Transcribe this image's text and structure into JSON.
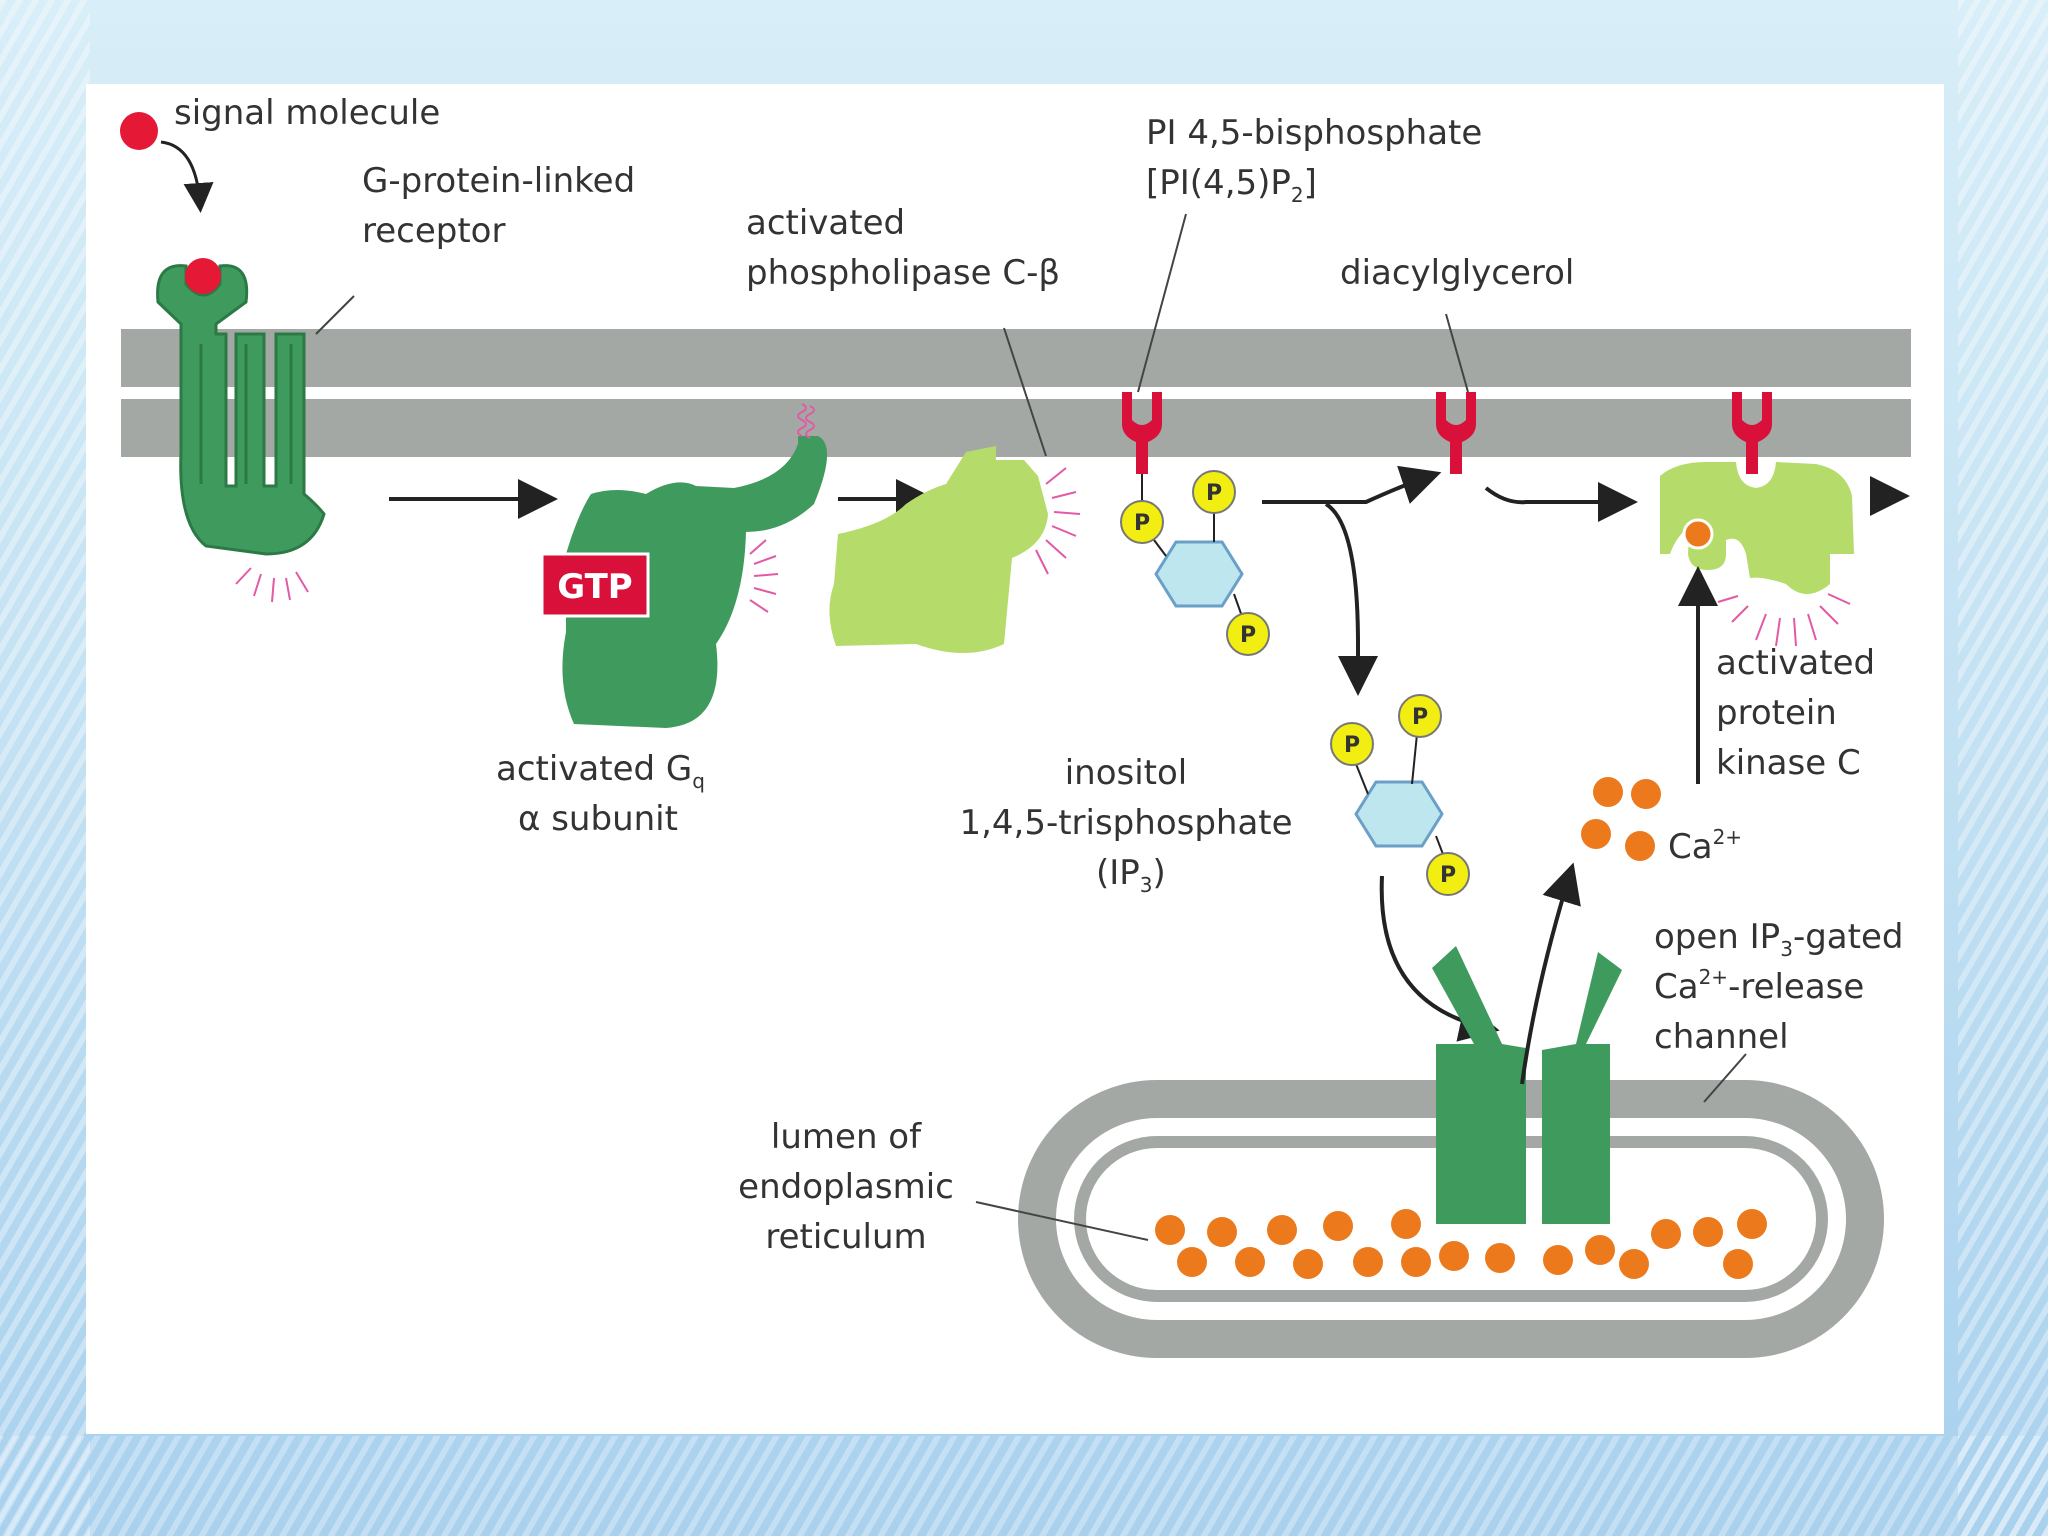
{
  "labels": {
    "signal_molecule": "signal molecule",
    "gpcr_line1": "G-protein-linked",
    "gpcr_line2": "receptor",
    "plc_line1": "activated",
    "plc_line2": "phospholipase C-β",
    "pip2_line1": "PI 4,5-bisphosphate",
    "pip2_line2": "[PI(4,5)P",
    "pip2_sub": "2",
    "pip2_end": "]",
    "dag": "diacylglycerol",
    "gq_line1": "activated G",
    "gq_sub": "q",
    "gq_line2": "α subunit",
    "gtp": "GTP",
    "ip3_line1": "inositol",
    "ip3_line2": "1,4,5-trisphosphate",
    "ip3_line3a": "(IP",
    "ip3_sub": "3",
    "ip3_line3b": ")",
    "pkc_line1": "activated",
    "pkc_line2": "protein",
    "pkc_line3": "kinase C",
    "calcium": "Ca",
    "calcium_sup": "2+",
    "channel_line1a": "open IP",
    "channel_sub": "3",
    "channel_line1b": "-gated",
    "channel_line2a": "Ca",
    "channel_sup": "2+",
    "channel_line2b": "-release",
    "channel_line3": "channel",
    "er_line1": "lumen of",
    "er_line2": "endoplasmic",
    "er_line3": "reticulum",
    "phosphate": "P"
  },
  "colors": {
    "membrane": "#a3a8a4",
    "dark_green": "#3f9a5e",
    "light_green": "#b5dc6a",
    "receptor_red": "#d8103a",
    "phosphate_yellow": "#f2ee12",
    "inositol_blue": "#bde6ee",
    "calcium_orange": "#ec7a1c",
    "gtp_red": "#d8103a",
    "signal_red": "#e51936"
  }
}
